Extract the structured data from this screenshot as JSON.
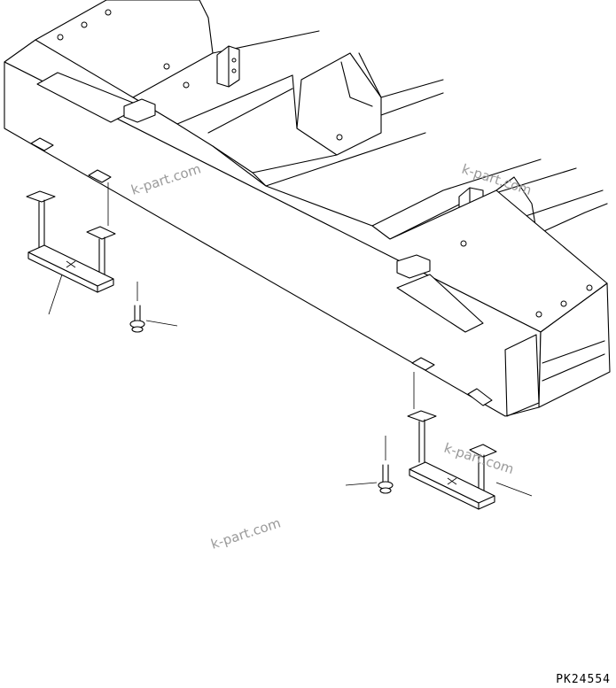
{
  "drawing_code": "PK24554",
  "watermarks": [
    "k-part.com",
    "k-part.com",
    "k-part.com",
    "k-part.com"
  ],
  "icons": {
    "hardware": [
      "bolt-icon",
      "bolt-icon",
      "bracket-icon",
      "bracket-icon"
    ]
  }
}
